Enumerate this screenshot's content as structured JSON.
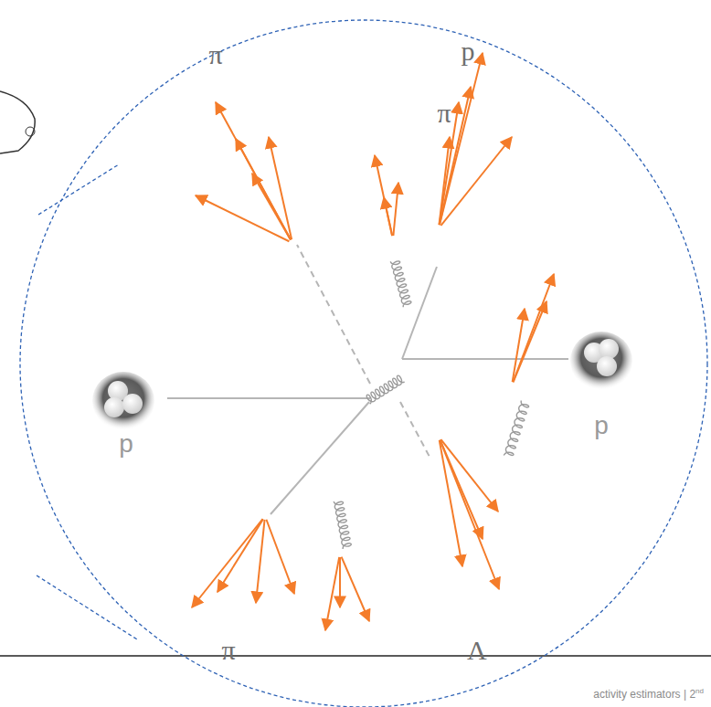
{
  "diagram": {
    "labels": [
      "π",
      "p",
      "π",
      "p",
      "p",
      "π",
      "Λ",
      "activity estimators | 2",
      "nd"
    ]
  }
}
